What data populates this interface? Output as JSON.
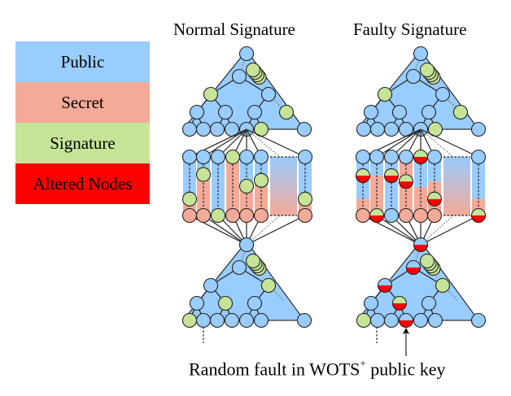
{
  "legend": {
    "items": [
      {
        "label": "Public",
        "color": "#99ccff"
      },
      {
        "label": "Secret",
        "color": "#f4aa98"
      },
      {
        "label": "Signature",
        "color": "#c6e498"
      },
      {
        "label": "Altered Nodes",
        "color": "#ff0000"
      }
    ]
  },
  "colors": {
    "public": "#99ccff",
    "secret": "#f4aa98",
    "signature": "#c6e498",
    "altered": "#ff0000",
    "stroke": "#222222"
  },
  "panels": [
    {
      "title": "Normal Signature",
      "top_tree": {
        "root": "public",
        "l1": [
          "public"
        ],
        "l2": [
          "signature",
          "public"
        ],
        "l3": [
          "public",
          "public",
          "public",
          "signature"
        ],
        "leaves": [
          "public",
          "public",
          "public",
          "public",
          "public",
          "signature",
          "public"
        ],
        "auth_stack": "signature"
      },
      "wots_columns": [
        {
          "top": "public",
          "bottom": "secret",
          "public_fraction": 0.75,
          "sig_position": 0.72,
          "sig_state": "signature"
        },
        {
          "top": "public",
          "bottom": "secret",
          "public_fraction": 0.33,
          "sig_position": 0.3,
          "sig_state": "signature"
        },
        {
          "top": "public",
          "bottom": "signature",
          "public_fraction": 1.0,
          "sig_position": null,
          "sig_state": null
        },
        {
          "top": "signature",
          "bottom": "secret",
          "public_fraction": 0.0,
          "sig_position": null,
          "sig_state": null
        },
        {
          "top": "public",
          "bottom": "secret",
          "public_fraction": 0.55,
          "sig_position": 0.5,
          "sig_state": "signature"
        },
        {
          "top": "public",
          "bottom": "secret",
          "public_fraction": 0.45,
          "sig_position": 0.4,
          "sig_state": "signature"
        },
        {
          "top": "public",
          "bottom": "secret",
          "public_fraction": 0.75,
          "sig_position": 0.72,
          "sig_state": "signature"
        }
      ],
      "bottom_tree": {
        "root": "public",
        "l1": [
          "public"
        ],
        "l2": [
          "public",
          "signature"
        ],
        "l3": [
          "public",
          "signature",
          "public"
        ],
        "leaves": [
          "signature",
          "public",
          "public",
          "public",
          "public",
          "public",
          "public"
        ],
        "auth_stack": "signature"
      }
    },
    {
      "title": "Faulty Signature",
      "top_tree": {
        "root": "public",
        "l1": [
          "public"
        ],
        "l2": [
          "signature",
          "public"
        ],
        "l3": [
          "public",
          "public",
          "public",
          "signature"
        ],
        "leaves": [
          "public",
          "public",
          "public",
          "public",
          "public",
          "signature",
          "public"
        ],
        "auth_stack": "signature"
      },
      "wots_columns": [
        {
          "top": "public",
          "bottom": "secret",
          "public_fraction": 0.72,
          "sig_position": 0.32,
          "sig_state": "signature-altered"
        },
        {
          "top": "public",
          "bottom": "signature-altered",
          "public_fraction": 0.32,
          "sig_position": null,
          "sig_state": null
        },
        {
          "top": "public",
          "bottom": "public",
          "public_fraction": 1.0,
          "sig_position": 0.32,
          "sig_state": "signature-altered"
        },
        {
          "top": "public",
          "bottom": "secret",
          "public_fraction": 0.0,
          "sig_position": 0.42,
          "sig_state": "signature-altered"
        },
        {
          "top": "signature-altered",
          "bottom": "secret",
          "public_fraction": 0.52,
          "sig_position": null,
          "sig_state": null
        },
        {
          "top": "public",
          "bottom": "secret",
          "public_fraction": 0.42,
          "sig_position": 0.72,
          "sig_state": "signature-altered"
        },
        {
          "top": "public",
          "bottom": "signature-altered",
          "public_fraction": 0.72,
          "sig_position": null,
          "sig_state": null
        }
      ],
      "bottom_tree": {
        "root": "public-altered",
        "l1": [
          "public-altered"
        ],
        "l2": [
          "public-altered",
          "signature"
        ],
        "l3": [
          "public",
          "signature-altered",
          "public"
        ],
        "leaves": [
          "signature",
          "public",
          "public",
          "public-altered",
          "public",
          "public",
          "public"
        ],
        "auth_stack": "signature"
      }
    }
  ],
  "caption": {
    "prefix": "Random fault in WOTS",
    "superscript": "+",
    "suffix": " public key"
  }
}
